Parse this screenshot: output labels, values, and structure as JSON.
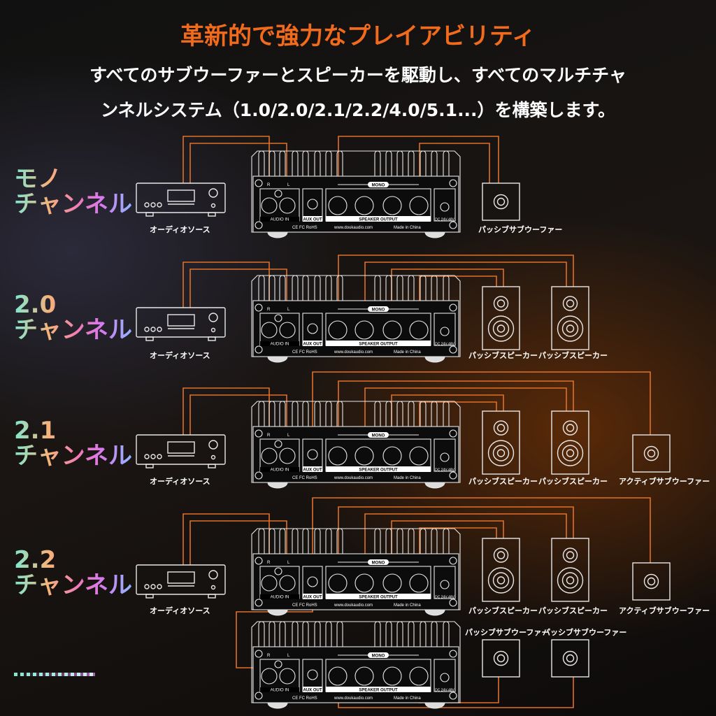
{
  "header": {
    "title": "革新的で強力なプレイアビリティ",
    "subtitle_line1": "すべてのサブウーファーとスピーカーを駆動し、すべてのマルチチャ",
    "subtitle_line2": "ンネルシステム（1.0/2.0/2.1/2.2/4.0/5.1...）を構築します。"
  },
  "amp": {
    "audio_in": "AUDIO IN",
    "aux_out": "AUX OUT",
    "speaker_output": "SPEAKER OUTPUT",
    "dc": "DC 24V-48V",
    "mono": "MONO",
    "certs": "CE FC RoHS",
    "website": "www.doukaudio.com",
    "made_in": "Made in China",
    "r": "R",
    "l": "L"
  },
  "rows": [
    {
      "label1": "モノ",
      "label2": "チャンネル",
      "source": "オーディオソース",
      "outputs": [
        "パッシブサブウーファー"
      ]
    },
    {
      "label1": "2.0",
      "label2": "チャンネル",
      "source": "オーディオソース",
      "outputs": [
        "パッシブスピーカー",
        "パッシブスピーカー"
      ]
    },
    {
      "label1": "2.1",
      "label2": "チャンネル",
      "source": "オーディオソース",
      "outputs": [
        "パッシブスピーカー",
        "パッシブスピーカー",
        "アクティブサブウーファー"
      ]
    },
    {
      "label1": "2.2",
      "label2": "チャンネル",
      "source": "オーディオソース",
      "outputs": [
        "パッシブスピーカー",
        "パッシブスピーカー",
        "アクティブサブウーファー",
        "パッシブサブウーファー",
        "パッシブサブウーファー"
      ]
    }
  ],
  "colors": {
    "accent": "#f26a1b",
    "wire": "#e0702a",
    "line": "#e8e8e8"
  }
}
